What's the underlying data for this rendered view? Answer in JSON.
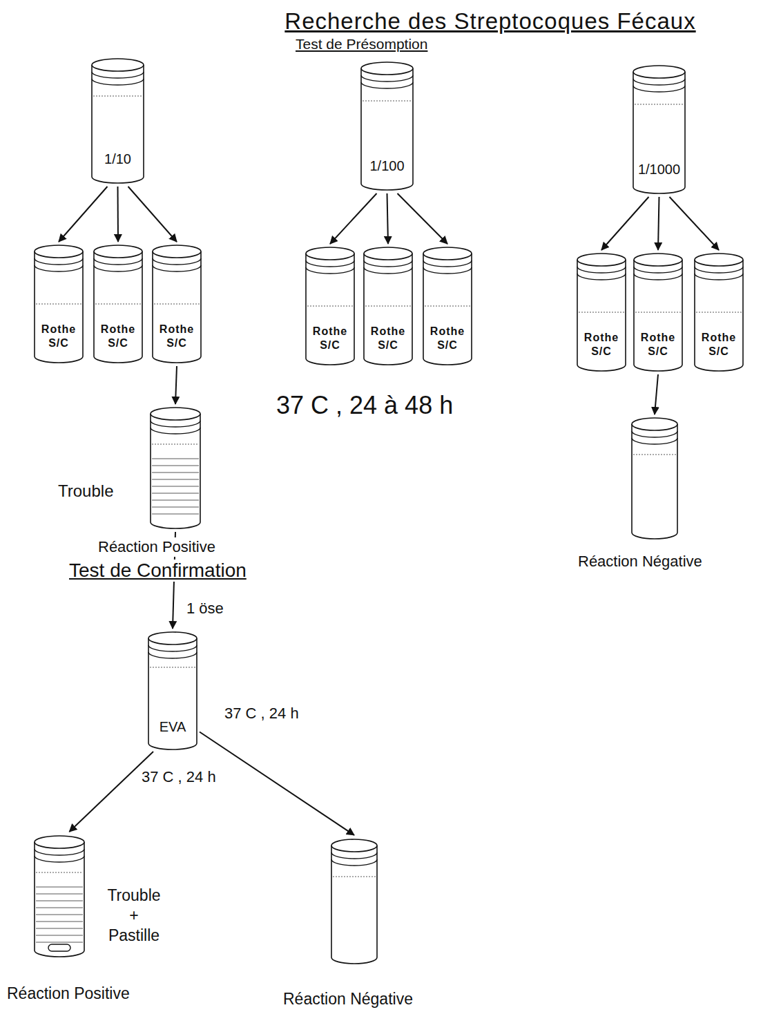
{
  "diagram": {
    "title": "Recherche des Streptocoques Fécaux",
    "nodes": [
      {
        "text": [
          "1/10"
        ]
      },
      {
        "text": [
          "1/100"
        ]
      },
      {
        "text": [
          "1/1000"
        ]
      },
      {
        "text": [
          "Rothe S/C"
        ]
      },
      {
        "text": [
          "Rothe S/C"
        ]
      },
      {
        "text": [
          "Rothe S/C"
        ]
      },
      {
        "text": [
          "Rothe S/C"
        ]
      },
      {
        "text": [
          "Rothe S/C"
        ]
      },
      {
        "text": [
          "Rothe S/C"
        ]
      },
      {
        "text": [
          "Rothe S/C"
        ]
      },
      {
        "text": [
          "Rothe S/C"
        ]
      },
      {
        "text": [
          "Rothe S/C"
        ]
      },
      {
        "text": [
          "Trouble",
          "Réaction Positive"
        ]
      },
      {
        "text": [
          "Réaction Négative"
        ]
      },
      {
        "text": [
          "EVA"
        ]
      },
      {
        "text": [
          "Trouble + Pastille",
          "Réaction Positive"
        ]
      },
      {
        "text": [
          "Réaction Négative"
        ]
      }
    ],
    "edges": [
      {
        "from": 0,
        "to": 3,
        "arrow": "to"
      },
      {
        "from": 0,
        "to": 4,
        "arrow": "to"
      },
      {
        "from": 0,
        "to": 5,
        "arrow": "to"
      },
      {
        "from": 1,
        "to": 6,
        "arrow": "to"
      },
      {
        "from": 1,
        "to": 7,
        "arrow": "to"
      },
      {
        "from": 1,
        "to": 8,
        "arrow": "to"
      },
      {
        "from": 2,
        "to": 9,
        "arrow": "to"
      },
      {
        "from": 2,
        "to": 10,
        "arrow": "to"
      },
      {
        "from": 2,
        "to": 11,
        "arrow": "to"
      },
      {
        "from": 5,
        "to": 12,
        "arrow": "to"
      },
      {
        "from": 10,
        "to": 13,
        "arrow": "to"
      },
      {
        "from": 12,
        "to": 14,
        "label": "1 öse",
        "arrow": "to"
      },
      {
        "from": 14,
        "to": 15,
        "label": "37 C , 24 h",
        "arrow": "to"
      },
      {
        "from": 14,
        "to": 16,
        "arrow": "to"
      }
    ],
    "labels": [
      "Test de Présomption",
      "37 C , 24 à 48 h",
      "Test de Confirmation",
      "37 C , 24 h"
    ]
  }
}
